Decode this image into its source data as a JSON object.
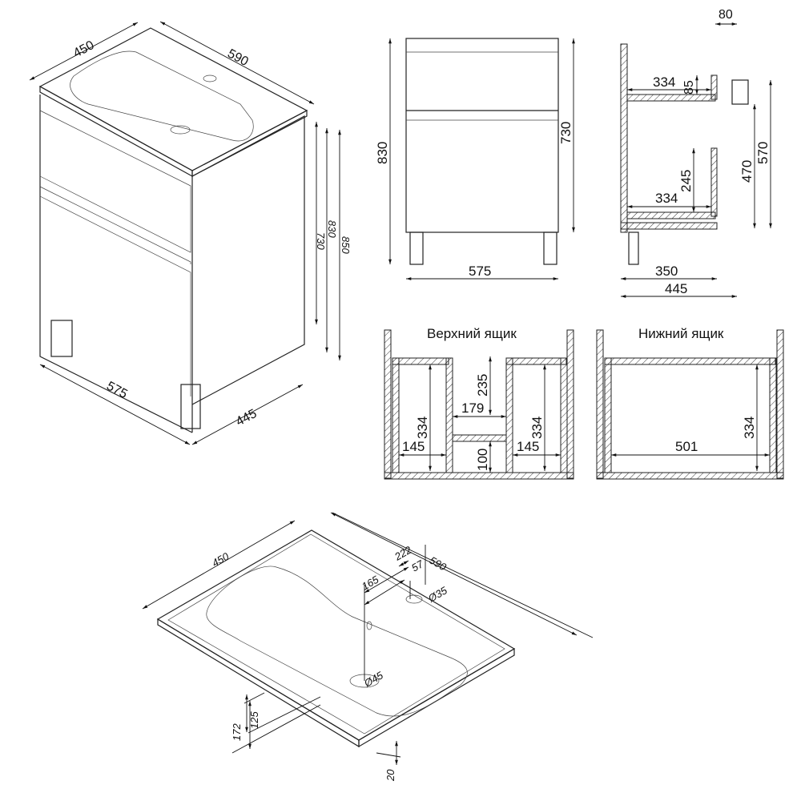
{
  "iso_cabinet": {
    "width_top": "450",
    "length_top": "590",
    "h730": "730",
    "h830": "830",
    "h850": "850",
    "width_base": "575",
    "depth_base": "445"
  },
  "front_view": {
    "h830": "830",
    "h730": "730",
    "width": "575"
  },
  "side_view": {
    "top_offset": "80",
    "upper_depth": "334",
    "upper_h": "85",
    "h470": "470",
    "h570": "570",
    "lower_h": "245",
    "lower_depth": "334",
    "d350": "350",
    "d445": "445"
  },
  "upper_drawer": {
    "title": "Верхний ящик",
    "d235": "235",
    "d179": "179",
    "left_h": "334",
    "right_h": "334",
    "left_w": "145",
    "right_w": "145",
    "d100": "100"
  },
  "lower_drawer": {
    "title": "Нижний ящик",
    "h": "334",
    "w": "501"
  },
  "sink": {
    "width": "450",
    "d222": "222",
    "d57": "57",
    "length": "590",
    "d165": "165",
    "tap_hole": "Ø35",
    "drain": "Ø45",
    "d172": "172",
    "d125": "125",
    "thickness": "20"
  }
}
